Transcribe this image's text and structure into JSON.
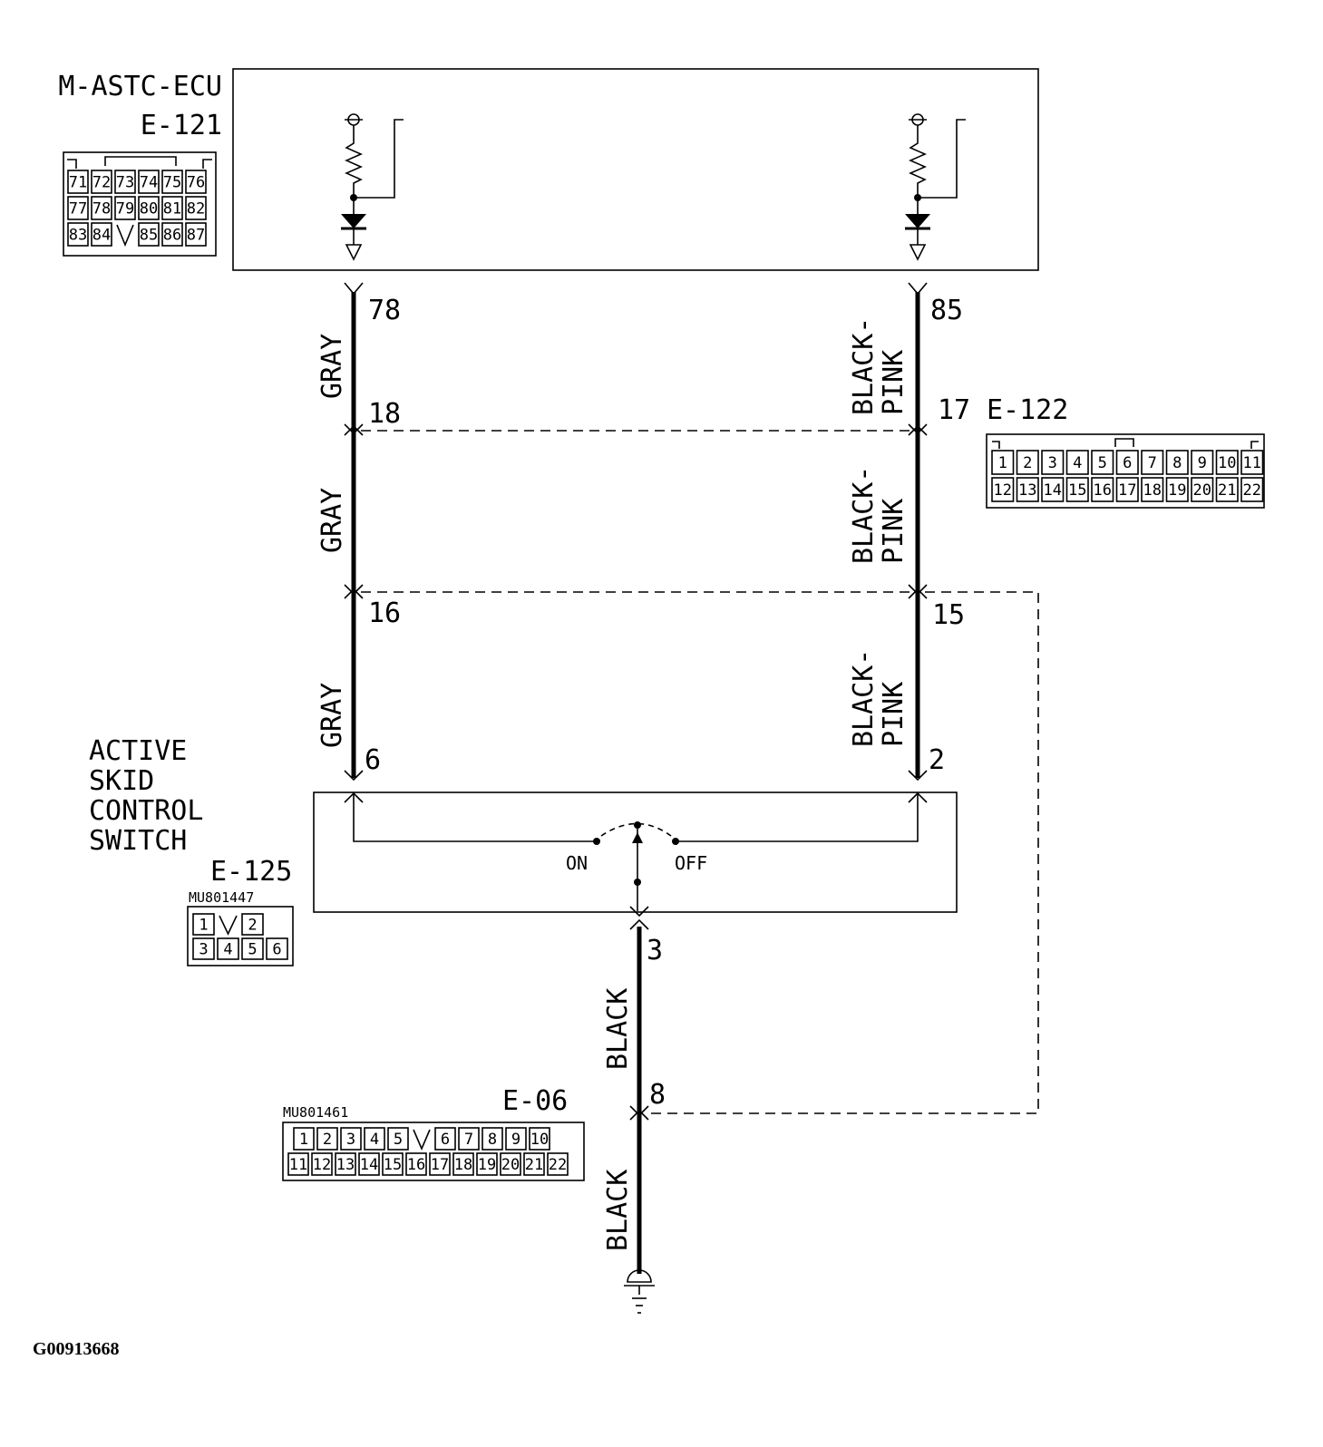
{
  "ecu": {
    "name": "M-ASTC-ECU",
    "connector_id": "E-121",
    "connector_pins": [
      [
        "71",
        "72",
        "73",
        "74",
        "75",
        "76"
      ],
      [
        "77",
        "78",
        "79",
        "80",
        "81",
        "82"
      ],
      [
        "83",
        "84",
        "",
        "85",
        "86",
        "87"
      ]
    ]
  },
  "connector_e122": {
    "id": "E-122",
    "pins": [
      [
        "1",
        "2",
        "3",
        "4",
        "5",
        "6",
        "7",
        "8",
        "9",
        "10",
        "11"
      ],
      [
        "12",
        "13",
        "14",
        "15",
        "16",
        "17",
        "18",
        "19",
        "20",
        "21",
        "22"
      ]
    ]
  },
  "switch": {
    "name_lines": [
      "ACTIVE",
      "SKID",
      "CONTROL",
      "SWITCH"
    ],
    "connector_id": "E-125",
    "part_number": "MU801447",
    "pins": [
      [
        "1",
        "",
        "2"
      ],
      [
        "3",
        "4",
        "5",
        "6"
      ]
    ],
    "on_label": "ON",
    "off_label": "OFF"
  },
  "connector_e06": {
    "id": "E-06",
    "part_number": "MU801461",
    "pins": [
      [
        "1",
        "2",
        "3",
        "4",
        "5",
        "",
        "6",
        "7",
        "8",
        "9",
        "10"
      ],
      [
        "11",
        "12",
        "13",
        "14",
        "15",
        "16",
        "17",
        "18",
        "19",
        "20",
        "21",
        "22"
      ]
    ]
  },
  "wires": {
    "left": {
      "color_label": "GRAY",
      "pins": {
        "ecu": "78",
        "e122": "18",
        "mid": "16",
        "switch": "6"
      }
    },
    "right": {
      "color_label_1": "BLACK-",
      "color_label_2": "PINK",
      "pins": {
        "ecu": "85",
        "e122": "17",
        "mid": "15",
        "switch": "2"
      }
    },
    "ground": {
      "color_label": "BLACK",
      "pins": {
        "switch": "3",
        "e06": "8"
      }
    }
  },
  "figure_id": "G00913668"
}
